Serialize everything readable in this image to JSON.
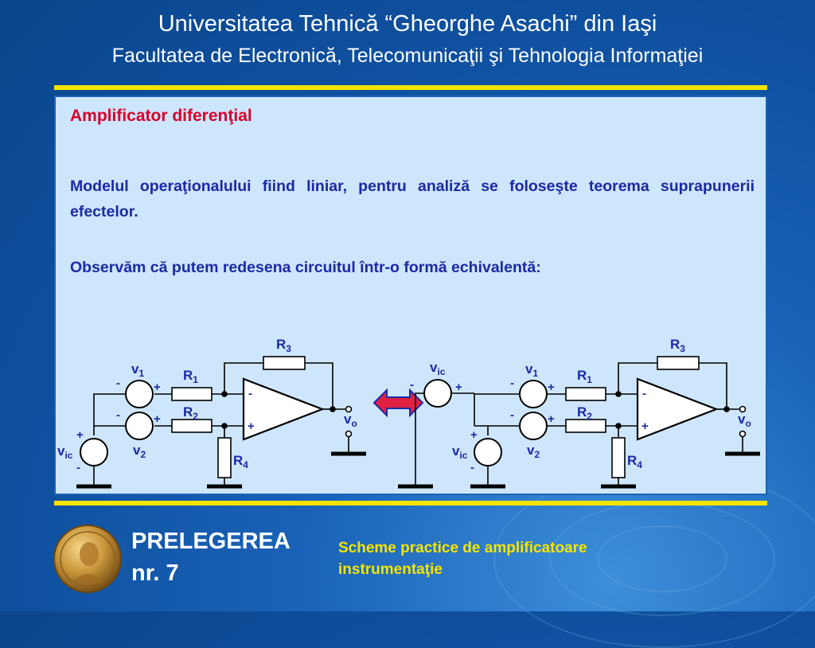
{
  "header": {
    "university": "Universitatea Tehnică “Gheorghe Asachi” din Iaşi",
    "faculty": "Facultatea de Electronică, Telecomunicaţii şi Tehnologia Informaţiei"
  },
  "content": {
    "title": "Amplificator diferenţial",
    "paragraph1": "Modelul operaţionalului fiind liniar, pentru analiză se foloseşte teorema suprapunerii efectelor.",
    "paragraph2": "Observăm că putem redesena circuitul într-o formă echivalentă:"
  },
  "circuit": {
    "resistors": {
      "r1": "R",
      "r2": "R",
      "r3": "R",
      "r4": "R",
      "s1": "1",
      "s2": "2",
      "s3": "3",
      "s4": "4"
    },
    "sources": {
      "v": "v",
      "v1": "1",
      "v2": "2",
      "ic": "ic",
      "o": "o"
    },
    "signs": {
      "plus": "+",
      "minus": "-"
    }
  },
  "footer": {
    "lecture_label": "PRELEGEREA",
    "lecture_number": "nr. 7",
    "subtitle_line1": "Scheme practice de amplificatoare",
    "subtitle_line2": "instrumentaţie"
  },
  "colors": {
    "accent_yellow": "#f5e400",
    "title_red": "#d8002a",
    "text_blue": "#1c29a6",
    "panel_bg": "#cde6fb"
  },
  "icons": {
    "equivalence_arrow": "double-arrow-icon",
    "medal": "medal-logo"
  }
}
